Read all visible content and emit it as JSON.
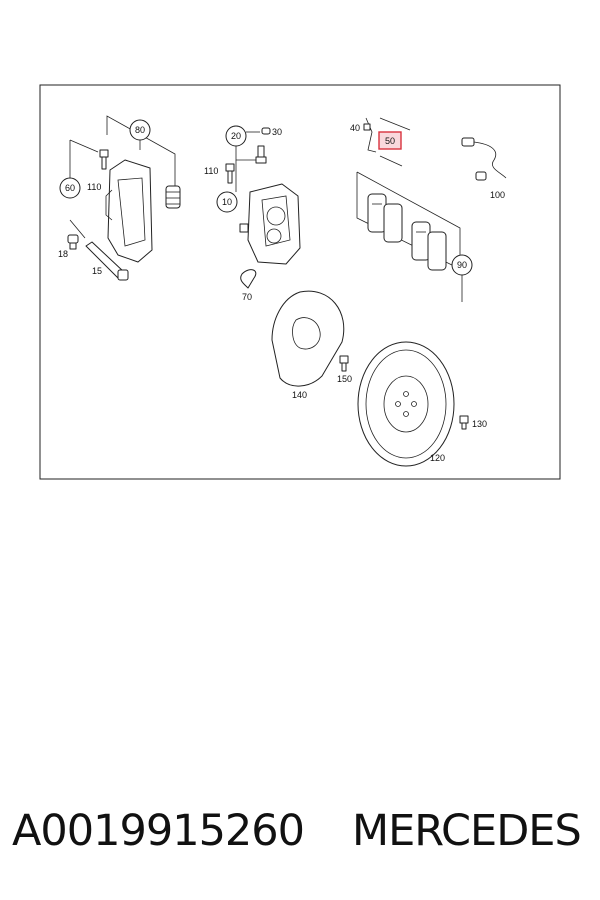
{
  "diagram": {
    "callouts": {
      "c80": "80",
      "c60": "60",
      "c110a": "110",
      "c18": "18",
      "c15": "15",
      "c20": "20",
      "c30": "30",
      "c110b": "110",
      "c10": "10",
      "c70": "70",
      "c40": "40",
      "c50": "50",
      "c100": "100",
      "c90": "90",
      "c140": "140",
      "c150": "150",
      "c130": "130",
      "c120": "120"
    },
    "highlighted_callout": "50"
  },
  "caption": {
    "part_number": "A0019915260",
    "brand": "MERCEDES"
  },
  "colors": {
    "highlight_fill": "#f9d8dc",
    "highlight_stroke": "#d8323e"
  }
}
